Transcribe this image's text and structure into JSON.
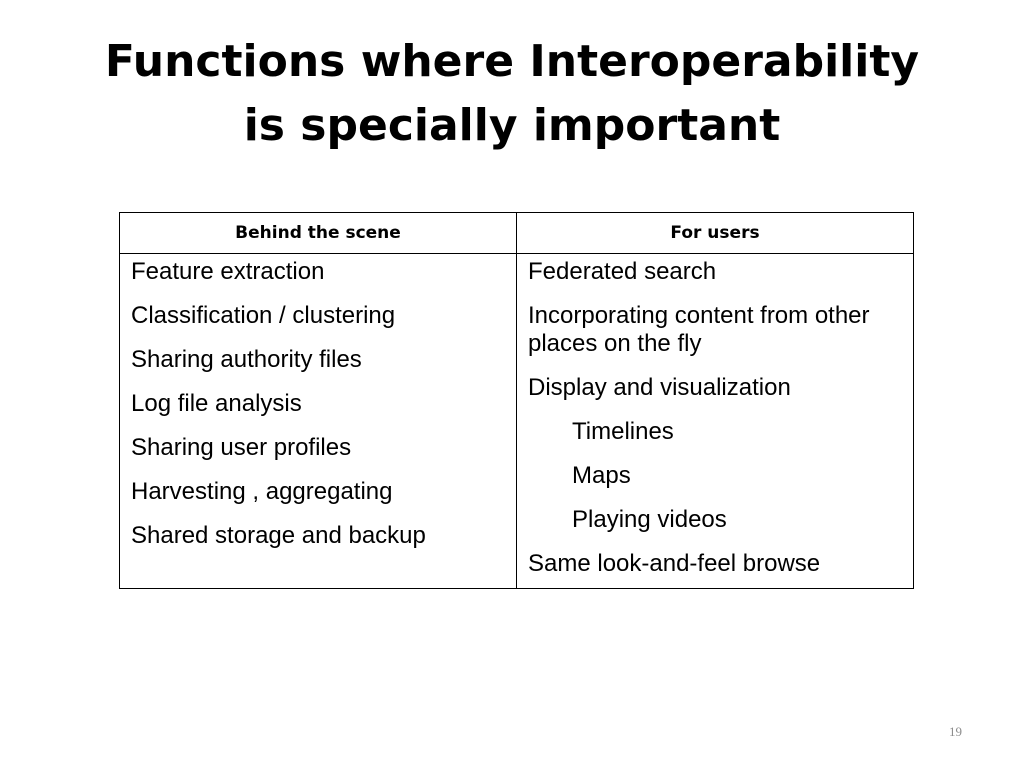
{
  "slide": {
    "title_line1": "Functions where Interoperability",
    "title_line2": "is specially important",
    "page_number": "19"
  },
  "table": {
    "headers": [
      "Behind the scene",
      "For users"
    ],
    "behind_the_scene": [
      "Feature extraction",
      "Classification / clustering",
      "Sharing authority files",
      "Log file analysis",
      "Sharing user profiles",
      "Harvesting , aggregating",
      "Shared storage and backup"
    ],
    "for_users": [
      "Federated search",
      "Incorporating content from other places on the fly",
      "Display and visualization",
      "Timelines",
      "Maps",
      "Playing videos",
      "Same look-and-feel browse"
    ]
  }
}
